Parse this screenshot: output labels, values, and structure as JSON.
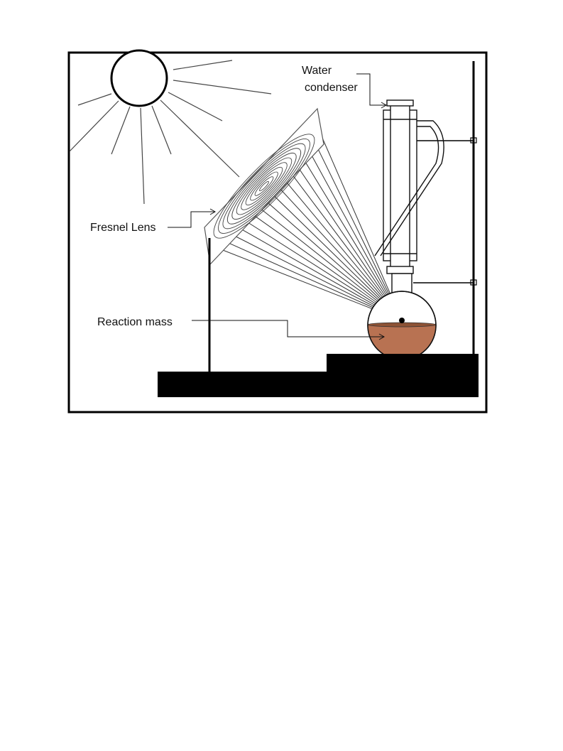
{
  "labels": {
    "water_line1": "Water",
    "water_line2": "condenser",
    "fresnel": "Fresnel Lens",
    "reaction": "Reaction mass"
  },
  "colors": {
    "frame": "#000000",
    "liquid": "#b87252",
    "base": "#000000"
  }
}
